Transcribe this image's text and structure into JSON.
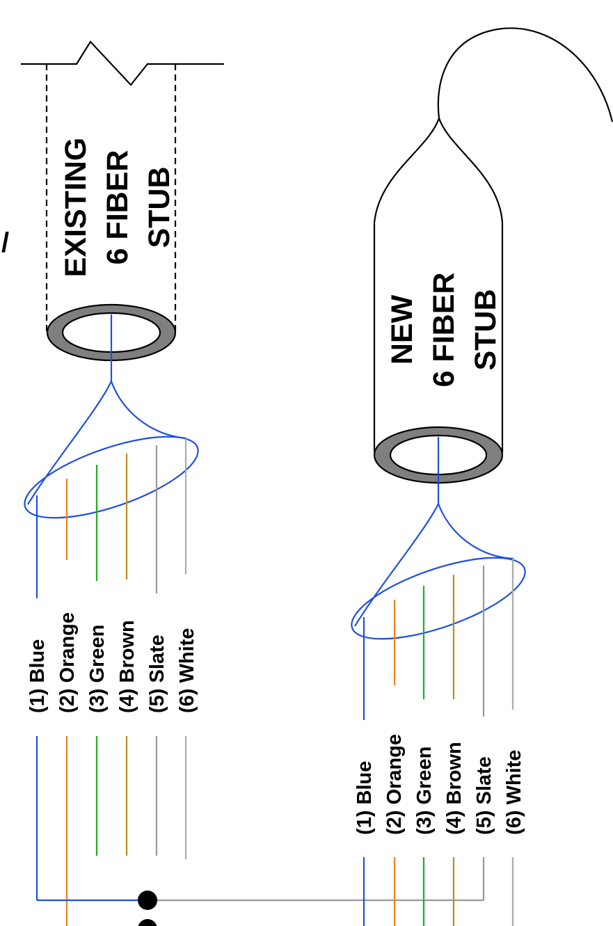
{
  "stray_mark": "/",
  "existing_stub": {
    "title_lines": [
      "EXISTING",
      "6 FIBER",
      "STUB"
    ]
  },
  "new_stub": {
    "title_lines": [
      "NEW",
      "6 FIBER",
      "STUB"
    ]
  },
  "fibers": [
    {
      "label": "(1) Blue",
      "color": "#1f4fe0"
    },
    {
      "label": "(2) Orange",
      "color": "#f08020"
    },
    {
      "label": "(3) Green",
      "color": "#22aa22"
    },
    {
      "label": "(4) Brown",
      "color": "#c08a20"
    },
    {
      "label": "(5) Slate",
      "color": "#999999"
    },
    {
      "label": "(6) White",
      "color": "#aaaaaa"
    }
  ],
  "colors": {
    "outline": "#000000",
    "ring_fill": "#7f7f7f",
    "splice_line": "#999999",
    "splice_dot": "#000000"
  }
}
